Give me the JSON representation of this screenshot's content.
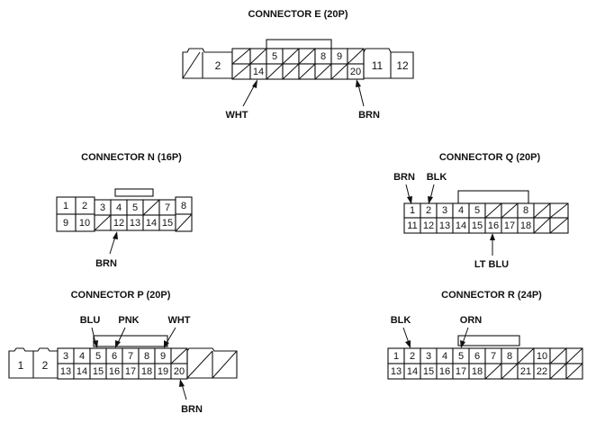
{
  "connectors": {
    "E": {
      "title": "CONNECTOR E (20P)",
      "row1": [
        "",
        "2",
        "",
        "",
        "5",
        "",
        "",
        "8",
        "9",
        "",
        "11",
        "12"
      ],
      "row2": [
        "",
        "",
        "14",
        "",
        "",
        "",
        "",
        "",
        "",
        "20",
        "",
        ""
      ],
      "wires": {
        "left": "WHT",
        "right": "BRN"
      }
    },
    "N": {
      "title": "CONNECTOR N (16P)",
      "row1": [
        "1",
        "2",
        "3",
        "4",
        "5",
        "",
        "7",
        "8"
      ],
      "row2": [
        "9",
        "10",
        "",
        "12",
        "13",
        "14",
        "15",
        ""
      ],
      "wires": {
        "bottom": "BRN"
      }
    },
    "Q": {
      "title": "CONNECTOR Q (20P)",
      "row1": [
        "1",
        "2",
        "3",
        "4",
        "5",
        "",
        "",
        "8",
        "",
        ""
      ],
      "row2": [
        "11",
        "12",
        "13",
        "14",
        "15",
        "16",
        "17",
        "18",
        "",
        ""
      ],
      "wires": {
        "pin1": "BRN",
        "pin2": "BLK",
        "pin16": "LT BLU"
      }
    },
    "P": {
      "title": "CONNECTOR P (20P)",
      "row1": [
        "1",
        "2",
        "3",
        "4",
        "5",
        "6",
        "7",
        "8",
        "9",
        "",
        "",
        ""
      ],
      "row2": [
        "",
        "",
        "13",
        "14",
        "15",
        "16",
        "17",
        "18",
        "19",
        "20",
        "",
        ""
      ],
      "wires": {
        "pin5": "BLU",
        "pin6": "PNK",
        "pin9": "WHT",
        "pin20": "BRN"
      }
    },
    "R": {
      "title": "CONNECTOR R (24P)",
      "row1": [
        "1",
        "2",
        "3",
        "4",
        "5",
        "6",
        "7",
        "8",
        "",
        "10",
        "",
        ""
      ],
      "row2": [
        "13",
        "14",
        "15",
        "16",
        "17",
        "18",
        "",
        "",
        "21",
        "22",
        "",
        ""
      ],
      "wires": {
        "pin2": "BLK",
        "pin5": "ORN"
      }
    }
  }
}
